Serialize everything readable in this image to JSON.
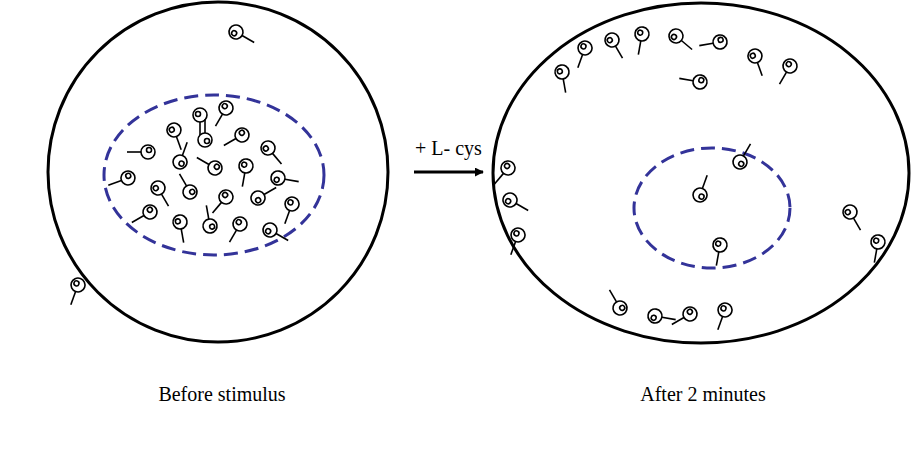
{
  "diagram": {
    "nodes": [
      {
        "text": [
          "Before stimulus"
        ]
      },
      {
        "text": [
          "After 2 minutes"
        ]
      }
    ],
    "edges": [
      {
        "from": 0,
        "to": 1,
        "label": "+ L- cys",
        "arrow": "to"
      }
    ]
  }
}
